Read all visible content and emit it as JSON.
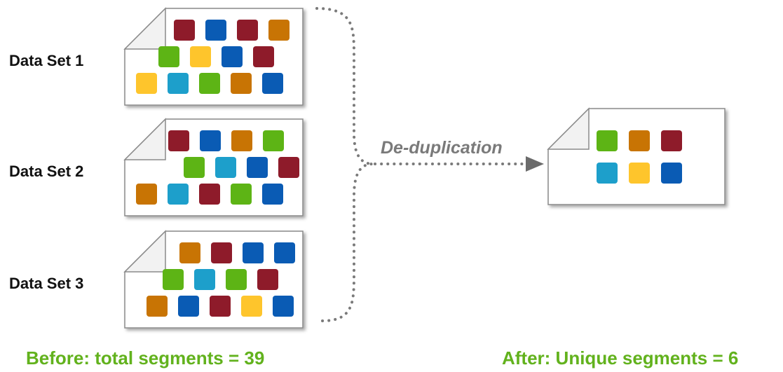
{
  "colors": {
    "red": "#8e1b2a",
    "blue": "#0a5bb4",
    "orange": "#c87404",
    "green": "#5db415",
    "yellow": "#fec52c",
    "cyan": "#1d9fcb"
  },
  "labels": {
    "set1": "Data Set 1",
    "set2": "Data Set 2",
    "set3": "Data Set 3"
  },
  "process_label": "De-duplication",
  "captions": {
    "before": "Before: total segments = 39",
    "after": "After:  Unique segments = 6"
  },
  "data_sets": [
    {
      "rows": [
        [
          "red",
          "blue",
          "red",
          "orange"
        ],
        [
          "green",
          "yellow",
          "blue",
          "red"
        ],
        [
          "yellow",
          "cyan",
          "green",
          "orange",
          "blue"
        ]
      ]
    },
    {
      "rows": [
        [
          "red",
          "blue",
          "orange",
          "green"
        ],
        [
          "green",
          "cyan",
          "blue",
          "red"
        ],
        [
          "orange",
          "cyan",
          "red",
          "green",
          "blue"
        ]
      ]
    },
    {
      "rows": [
        [
          "orange",
          "red",
          "blue",
          "blue"
        ],
        [
          "green",
          "cyan",
          "green",
          "red"
        ],
        [
          "orange",
          "blue",
          "red",
          "yellow",
          "blue"
        ]
      ]
    }
  ],
  "result": {
    "rows": [
      [
        "green",
        "orange",
        "red"
      ],
      [
        "cyan",
        "yellow",
        "blue"
      ]
    ]
  }
}
